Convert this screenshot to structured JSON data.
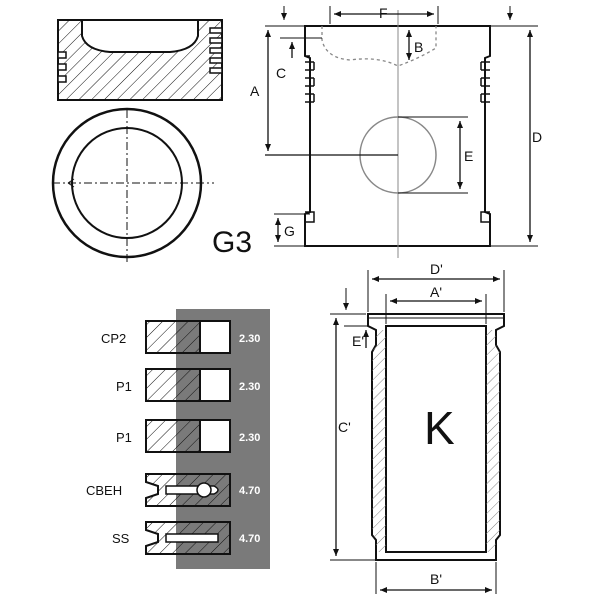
{
  "piston": {
    "code": "G3",
    "dimensions": {
      "A": "A",
      "B": "B",
      "C": "C",
      "D": "D",
      "E": "E",
      "F": "F",
      "G": "G"
    }
  },
  "liner": {
    "code": "K",
    "dimensions": {
      "A": "A'",
      "B": "B'",
      "C": "C'",
      "D": "D'",
      "E": "E'"
    }
  },
  "rings": [
    {
      "name": "CP2",
      "value": "2.30"
    },
    {
      "name": "P1",
      "value": "2.30"
    },
    {
      "name": "P1",
      "value": "2.30"
    },
    {
      "name": "CBEH",
      "value": "4.70"
    },
    {
      "name": "SS",
      "value": "4.70"
    }
  ],
  "colors": {
    "line": "#111111",
    "ring_panel": "#7a7a7a",
    "section_line": "#888888"
  }
}
